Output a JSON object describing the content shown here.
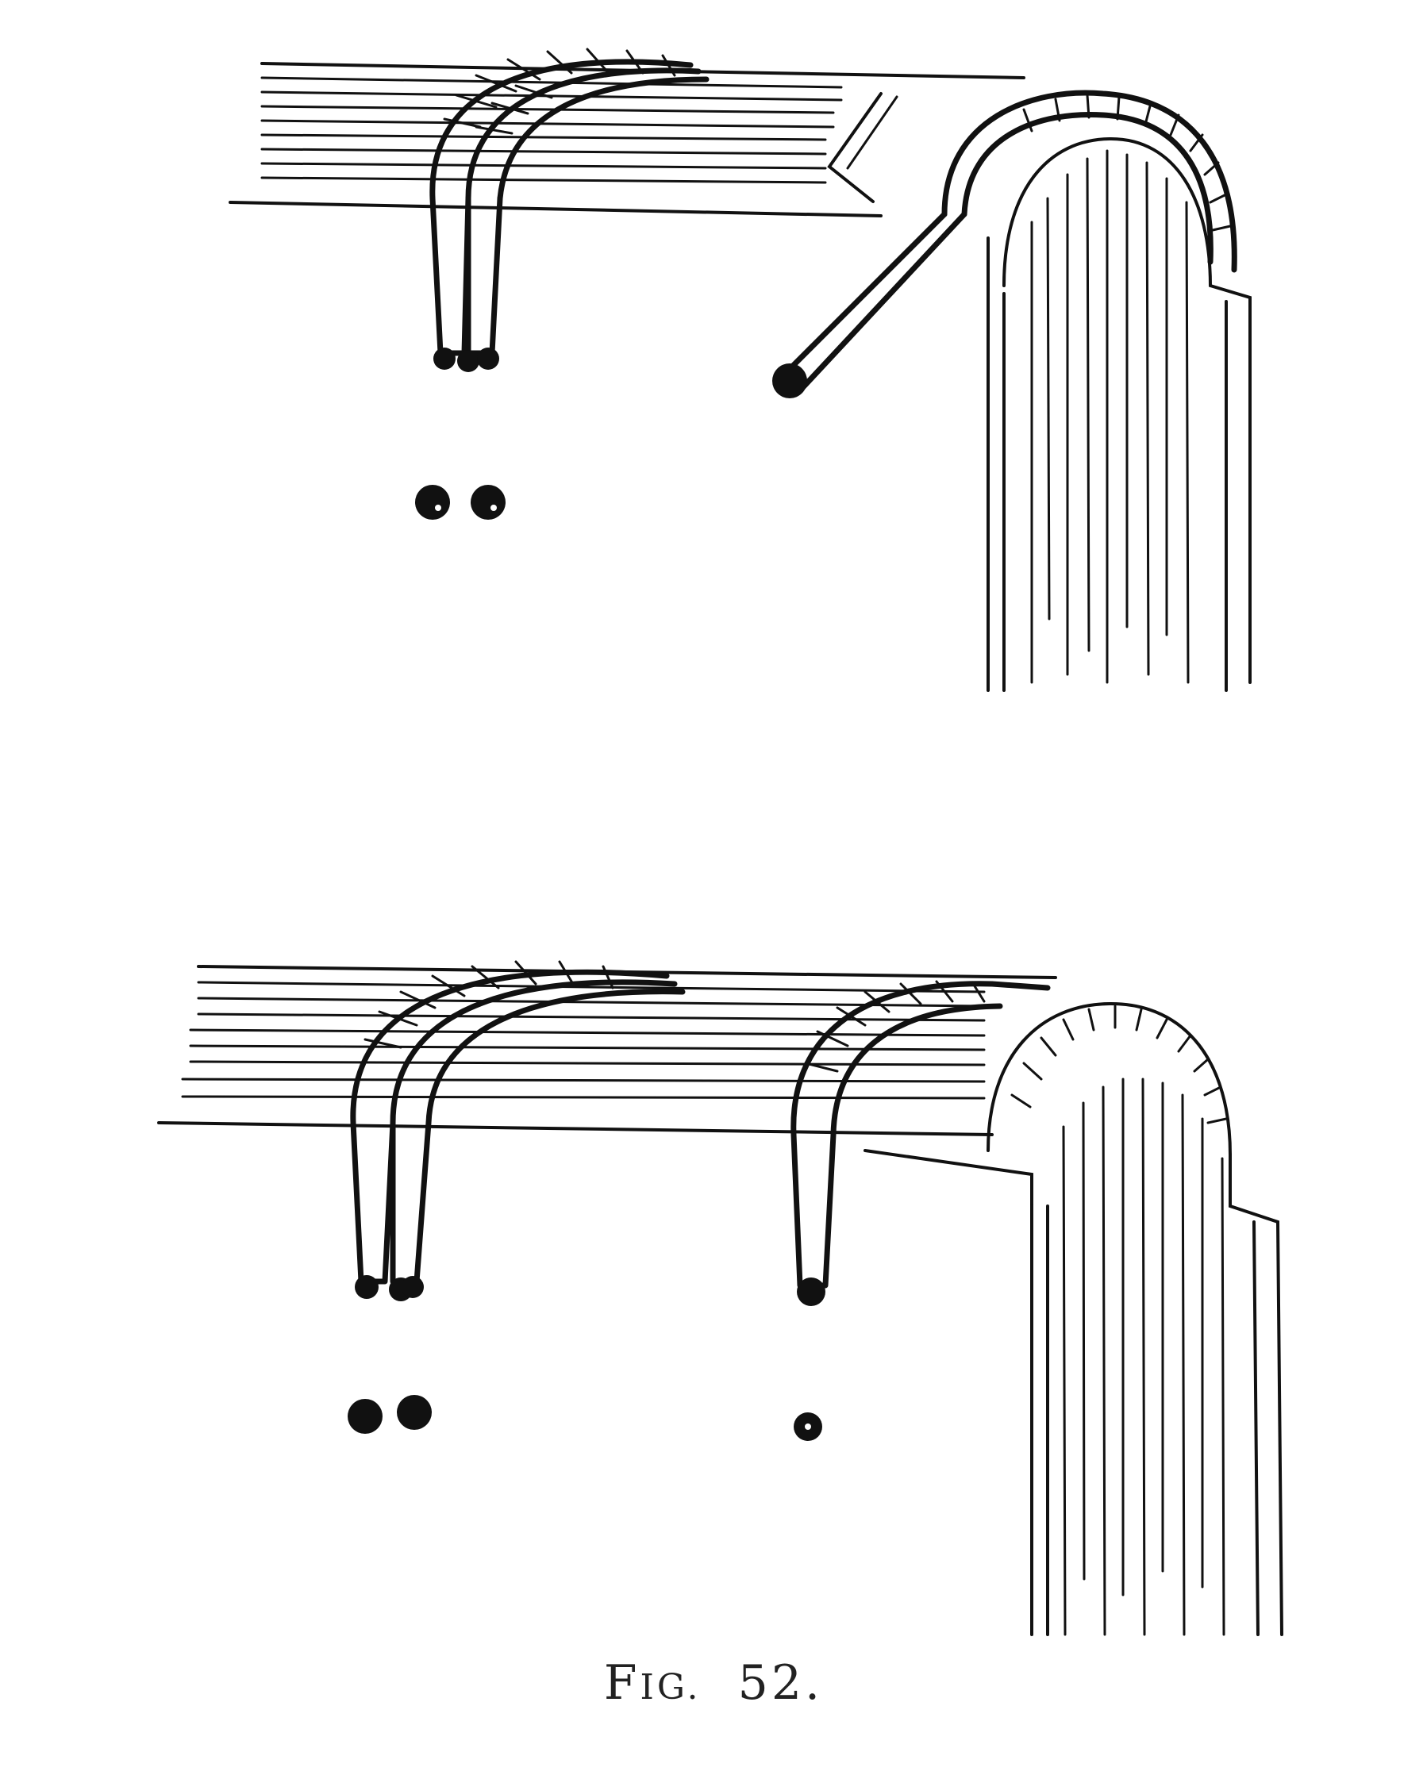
{
  "caption": {
    "prefix": "F",
    "small_caps": "IG.",
    "number": "52."
  },
  "colors": {
    "ink": "#111111",
    "paper": "#ffffff"
  },
  "figure": {
    "panels": [
      "upper-lacing-stage",
      "lower-lacing-stage"
    ]
  }
}
